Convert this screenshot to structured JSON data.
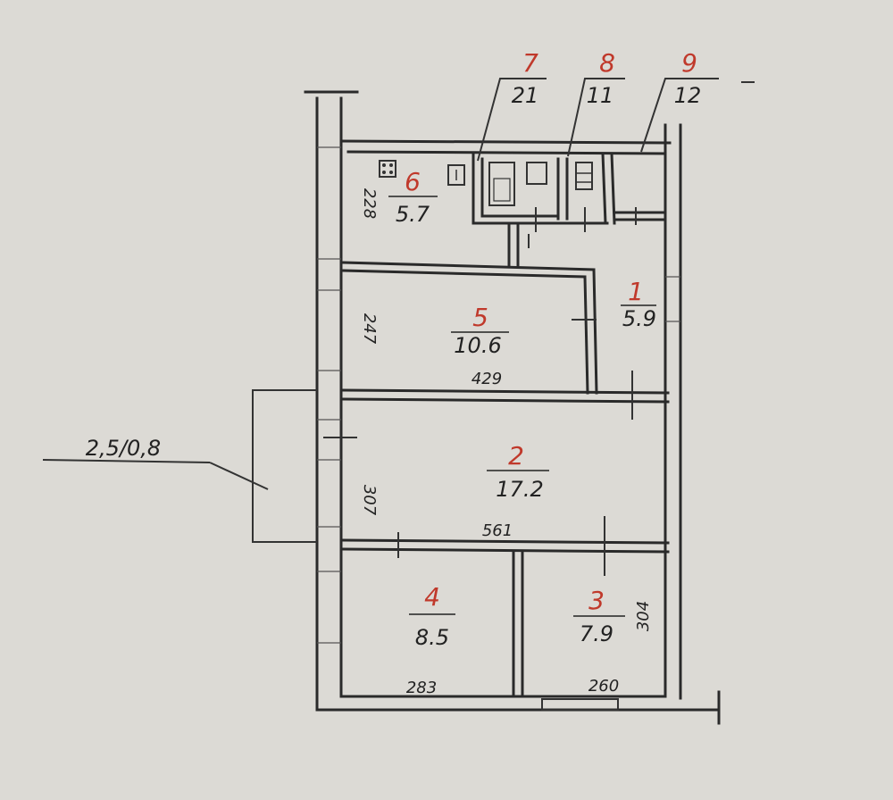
{
  "rooms": [
    {
      "num": "6",
      "area": "5.7"
    },
    {
      "num": "5",
      "area": "10.6"
    },
    {
      "num": "1",
      "area": "5.9"
    },
    {
      "num": "2",
      "area": "17.2"
    },
    {
      "num": "4",
      "area": "8.5"
    },
    {
      "num": "3",
      "area": "7.9"
    },
    {
      "num": "7",
      "area": "21"
    },
    {
      "num": "8",
      "area": "11"
    },
    {
      "num": "9",
      "area": "12"
    }
  ],
  "dimensions": {
    "room6_side": "228",
    "room5_side": "247",
    "room5_bottom": "429",
    "room2_side": "307",
    "room2_bottom": "561",
    "room4_bottom": "283",
    "room3_bottom": "260",
    "room3_side": "304",
    "balcony": "2,5/0,8"
  },
  "colors": {
    "room_number": "#c0392b",
    "ink": "#222222",
    "paper": "#dcdad5"
  }
}
